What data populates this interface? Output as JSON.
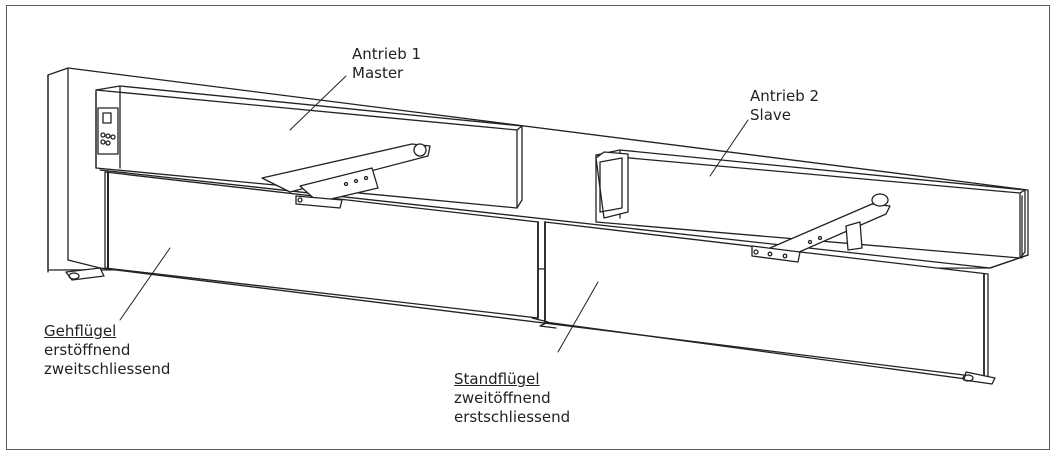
{
  "labels": {
    "drive1": {
      "line1": "Antrieb 1",
      "line2": "Master"
    },
    "drive2": {
      "line1": "Antrieb 2",
      "line2": "Slave"
    },
    "active_leaf": {
      "title": "Gehflügel",
      "line1": "erstöffnend",
      "line2": "zweitschliessend"
    },
    "passive_leaf": {
      "title": "Standflügel",
      "line1": "zweitöffnend",
      "line2": "erstschliessend"
    }
  },
  "colors": {
    "line": "#222222",
    "frame": "#5a5a5a",
    "shade": "#e6e6e6"
  }
}
